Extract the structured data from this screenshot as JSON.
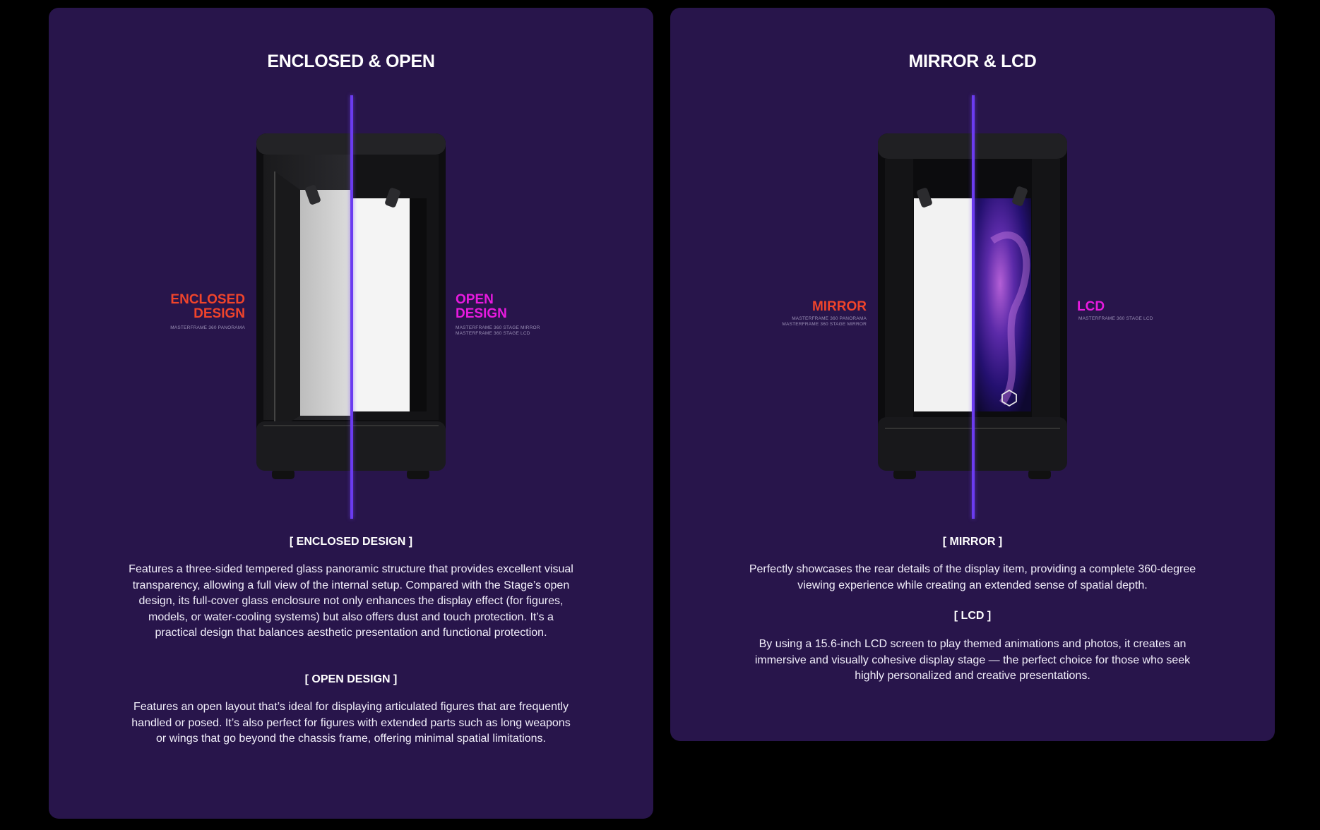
{
  "left_panel": {
    "title": "ENCLOSED & OPEN",
    "left_label": {
      "line1": "ENCLOSED",
      "line2": "DESIGN",
      "subs": [
        "MASTERFRAME 360 PANORAMA"
      ],
      "color": "#f0442b"
    },
    "right_label": {
      "line1": "OPEN",
      "line2": "DESIGN",
      "subs": [
        "MASTERFRAME 360 STAGE MIRROR",
        "MASTERFRAME 360 STAGE LCD"
      ],
      "color": "#e81adf"
    },
    "sections": [
      {
        "heading": "[ ENCLOSED DESIGN ]",
        "body": "Features a three-sided tempered glass panoramic structure that provides excellent visual transparency, allowing a full view of the internal setup. Compared with the Stage’s open design, its full-cover glass enclosure not only enhances the display effect (for figures, models, or water-cooling systems) but also offers dust and touch protection. It’s a practical design that balances aesthetic presentation and functional protection."
      },
      {
        "heading": "[ OPEN DESIGN ]",
        "body": "Features an open layout that’s ideal for displaying articulated figures that are frequently handled or posed. It’s also perfect for figures with extended parts such as long weapons or wings that go beyond the chassis frame, offering minimal spatial limitations."
      }
    ]
  },
  "right_panel": {
    "title": "MIRROR & LCD",
    "left_label": {
      "line1": "MIRROR",
      "subs": [
        "MASTERFRAME 360 PANORAMA",
        "MASTERFRAME 360 STAGE MIRROR"
      ],
      "color": "#f0442b"
    },
    "right_label": {
      "line1": "LCD",
      "subs": [
        "MASTERFRAME 360 STAGE LCD"
      ],
      "color": "#e81adf"
    },
    "sections": [
      {
        "heading": "[ MIRROR ]",
        "body": "Perfectly showcases the rear details of the display item, providing a complete 360-degree viewing experience while creating an extended sense of spatial depth."
      },
      {
        "heading": "[ LCD ]",
        "body": "By using a 15.6-inch LCD screen to play themed animations and photos, it creates an immersive and visually cohesive display stage — the perfect choice for those who seek highly personalized and creative presentations."
      }
    ]
  },
  "colors": {
    "panel_bg": "#28154b",
    "divider": "#6b3bf0",
    "page_bg": "#000000"
  }
}
